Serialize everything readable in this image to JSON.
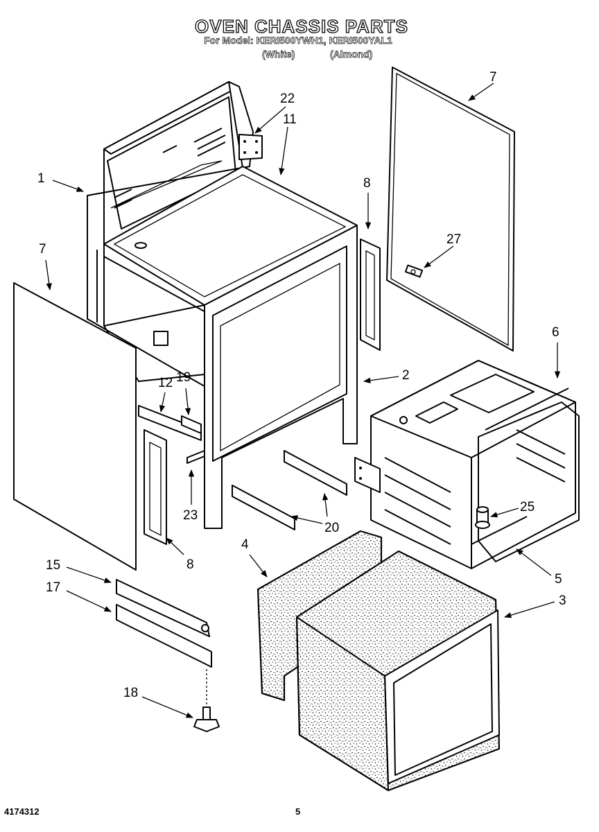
{
  "header": {
    "title": "OVEN CHASSIS PARTS",
    "model_line": "For Model: KERI500YWH1, KERI500YAL1",
    "variant_white": "(White)",
    "variant_almond": "(Almond)"
  },
  "callouts": [
    {
      "id": "c1",
      "label": "1"
    },
    {
      "id": "c2",
      "label": "2"
    },
    {
      "id": "c3",
      "label": "3"
    },
    {
      "id": "c4",
      "label": "4"
    },
    {
      "id": "c5",
      "label": "5"
    },
    {
      "id": "c6",
      "label": "6"
    },
    {
      "id": "c7a",
      "label": "7"
    },
    {
      "id": "c7b",
      "label": "7"
    },
    {
      "id": "c8a",
      "label": "8"
    },
    {
      "id": "c8b",
      "label": "8"
    },
    {
      "id": "c11",
      "label": "11"
    },
    {
      "id": "c12",
      "label": "12"
    },
    {
      "id": "c15",
      "label": "15"
    },
    {
      "id": "c17",
      "label": "17"
    },
    {
      "id": "c18",
      "label": "18"
    },
    {
      "id": "c19",
      "label": "19"
    },
    {
      "id": "c20",
      "label": "20"
    },
    {
      "id": "c22",
      "label": "22"
    },
    {
      "id": "c23",
      "label": "23"
    },
    {
      "id": "c25",
      "label": "25"
    },
    {
      "id": "c27",
      "label": "27"
    }
  ],
  "footer": {
    "doc_number": "4174312",
    "page_number": "5"
  }
}
